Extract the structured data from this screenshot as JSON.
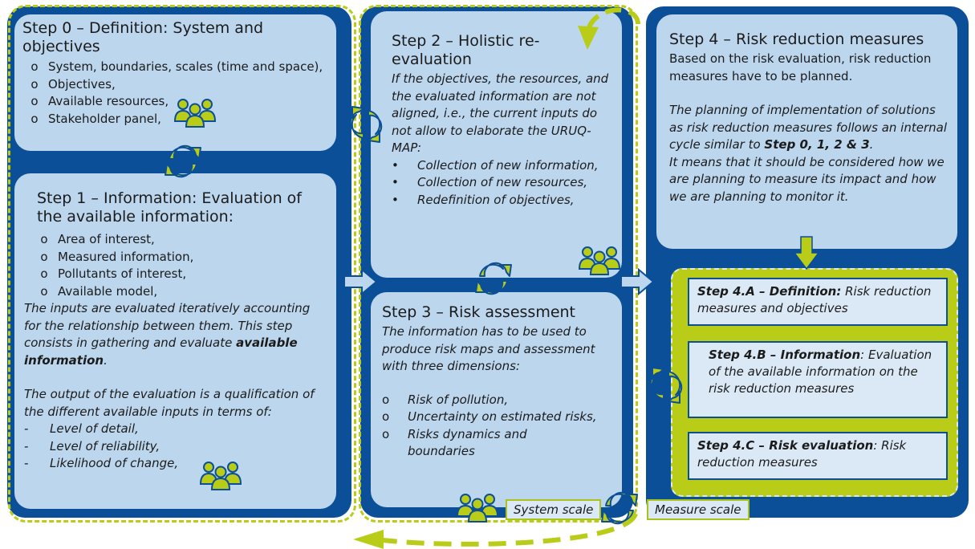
{
  "colors": {
    "dark_blue": "#0a4f97",
    "light_blue": "#bcd6ee",
    "green": "#b9cc18"
  },
  "step0": {
    "title": "Step 0 – Definition: System and objectives",
    "marker": "o",
    "items": [
      "System, boundaries, scales (time and space),",
      "Objectives,",
      "Available resources,",
      "Stakeholder panel,"
    ]
  },
  "step1": {
    "title": "Step 1 – Information: Evaluation of the available information:",
    "marker": "o",
    "items": [
      "Area of interest,",
      "Measured information,",
      "Pollutants of interest,",
      "Available model,"
    ],
    "para1_a": "The inputs are evaluated iteratively accounting for the relationship between them. This step consists in gathering and evaluate ",
    "para1_b": "available information",
    "para1_c": ".",
    "para2": "The output of the evaluation is a qualification of the different available inputs in terms of:",
    "dash": "-",
    "qualities": [
      "Level of detail,",
      "Level of reliability,",
      "Likelihood of change,"
    ]
  },
  "step2": {
    "title": "Step 2 – Holistic re-evaluation",
    "text": "If the objectives, the resources, and the evaluated information are not aligned, i.e., the current inputs do not allow to elaborate the URUQ-MAP:",
    "bullet": "•",
    "items": [
      "Collection of new information,",
      "Collection of new resources,",
      "Redefinition of objectives,"
    ]
  },
  "step3": {
    "title": "Step 3 – Risk assessment",
    "text": "The information has to be used to produce risk maps and assessment with three dimensions:",
    "marker": "o",
    "items": [
      "Risk of pollution,",
      "Uncertainty on estimated risks,",
      "Risks dynamics and boundaries"
    ]
  },
  "step4": {
    "title": "Step 4 – Risk reduction measures",
    "text1": "Based on the risk evaluation, risk reduction measures have to be planned.",
    "text2_a": "The planning of implementation of solutions as risk reduction measures follows an internal cycle similar to ",
    "text2_b": "Step 0, 1, 2 & 3",
    "text2_c": ".",
    "text3": "It means that it should be considered how we are planning to measure its impact and how we are planning to monitor it."
  },
  "step4a": {
    "bold": "Step 4.A – Definition:",
    "rest": " Risk reduction measures and objectives"
  },
  "step4b": {
    "bold": "Step 4.B – Information",
    "rest": ": Evaluation of the available information on the risk reduction measures"
  },
  "step4c": {
    "bold": "Step 4.C – Risk evaluation",
    "rest": ": Risk reduction measures"
  },
  "scales": {
    "system": "System scale",
    "measure": "Measure scale"
  },
  "icons": [
    "stakeholder-group-icon",
    "cycle-arrows-icon",
    "right-arrow-icon",
    "down-arrow-icon",
    "curved-dashed-arrow-icon"
  ]
}
